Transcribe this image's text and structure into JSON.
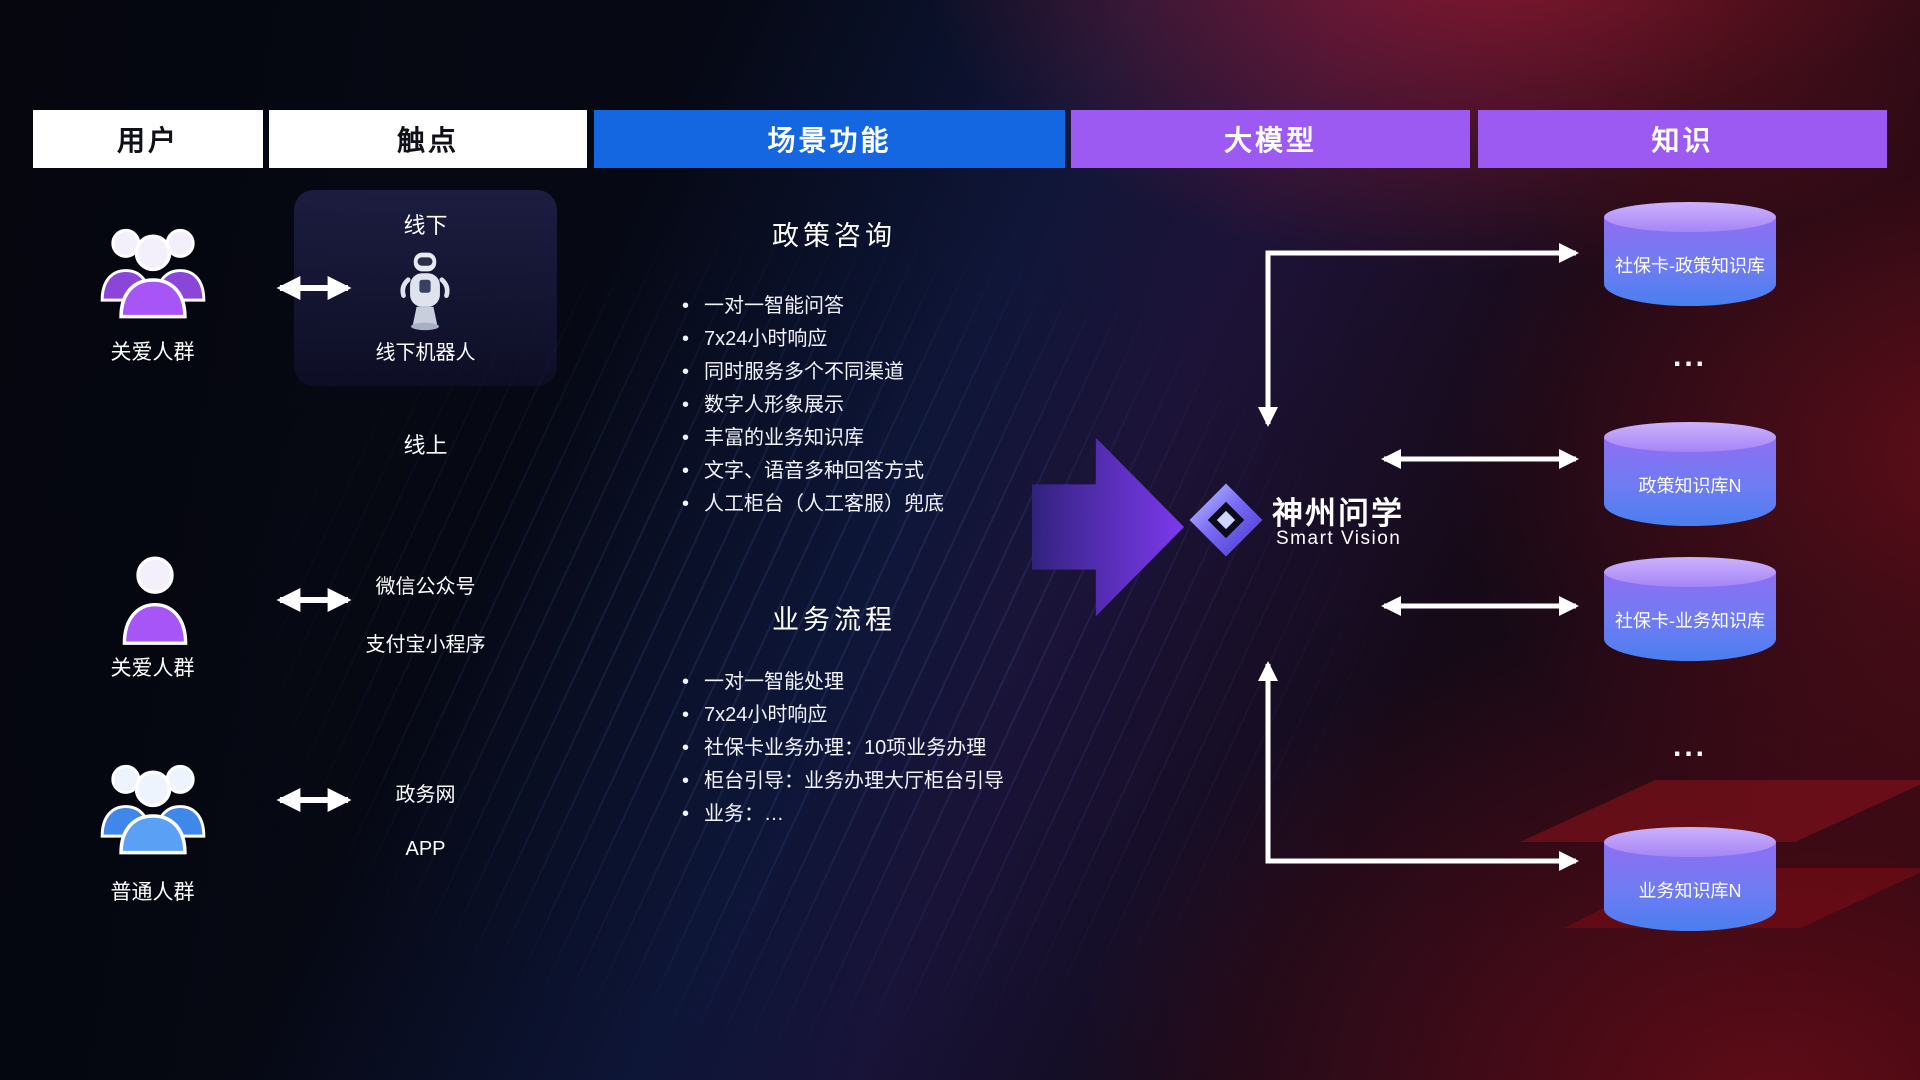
{
  "headers": [
    {
      "label": "用户"
    },
    {
      "label": "触点"
    },
    {
      "label": "场景功能"
    },
    {
      "label": "大模型"
    },
    {
      "label": "知识"
    }
  ],
  "users": [
    {
      "label": "关爱人群",
      "icon": "group-purple"
    },
    {
      "label": "关爱人群",
      "icon": "person-purple"
    },
    {
      "label": "普通人群",
      "icon": "group-blue"
    }
  ],
  "touchpoints": {
    "offline_title": "线下",
    "offline_robot": "线下机器人",
    "online_title": "线上",
    "channels_online": [
      "微信公众号",
      "支付宝小程序"
    ],
    "channels_gov": [
      "政务网",
      "APP"
    ]
  },
  "scenarios": [
    {
      "title": "政策咨询",
      "items": [
        "一对一智能问答",
        "7x24小时响应",
        "同时服务多个不同渠道",
        "数字人形象展示",
        "丰富的业务知识库",
        "文字、语音多种回答方式",
        "人工柜台（人工客服）兜底"
      ]
    },
    {
      "title": "业务流程",
      "items": [
        "一对一智能处理",
        "7x24小时响应",
        "社保卡业务办理：10项业务办理",
        "柜台引导：业务办理大厅柜台引导",
        "业务：…"
      ]
    }
  ],
  "model": {
    "name": "神州问学",
    "subtitle": "Smart Vision"
  },
  "knowledge": {
    "items": [
      {
        "label": "社保卡-政策知识库"
      },
      {
        "label": "政策知识库N"
      },
      {
        "label": "社保卡-业务知识库"
      },
      {
        "label": "业务知识库N"
      }
    ],
    "ellipsis": "..."
  },
  "colors": {
    "header_blue": "#1467e0",
    "header_purple": "#9c5af2",
    "user_purple": "#a855f7",
    "user_blue": "#5aa0f5",
    "cylinder_top": "#cdb2fc",
    "cylinder_body_start": "#8f6ef3",
    "cylinder_body_end": "#4a7ef0",
    "flow_arrow_purple": "#7c3aed",
    "connector_white": "#ffffff"
  }
}
